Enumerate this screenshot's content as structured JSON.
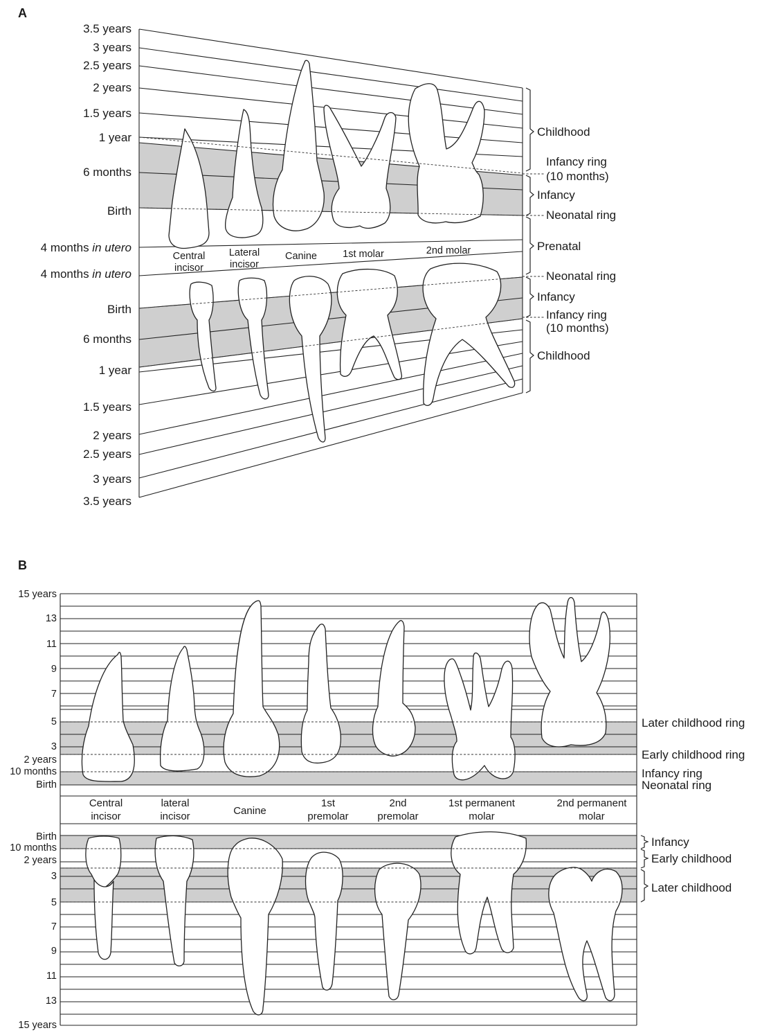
{
  "panel_a": {
    "letter": "A",
    "upper_axis_labels": [
      "3.5 years",
      "3 years",
      "2.5 years",
      "2 years",
      "1.5 years",
      "1 year",
      "6 months",
      "Birth"
    ],
    "prenatal_label_upper": {
      "prefix": "4 months ",
      "italic": "in utero"
    },
    "prenatal_label_lower": {
      "prefix": "4 months ",
      "italic": "in utero"
    },
    "lower_axis_labels": [
      "Birth",
      "6 months",
      "1 year",
      "1.5 years",
      "2 years",
      "2.5 years",
      "3 years",
      "3.5 years"
    ],
    "tooth_labels": [
      [
        "Central",
        "incisor"
      ],
      [
        "Lateral",
        "incisor"
      ],
      [
        "Canine"
      ],
      [
        "1st molar"
      ],
      [
        "2nd molar"
      ]
    ],
    "right_labels": {
      "childhood_upper": "Childhood",
      "infancy_ring_upper": [
        "Infancy ring",
        "(10 months)"
      ],
      "infancy_upper": "Infancy",
      "neonatal_upper": "Neonatal ring",
      "prenatal": "Prenatal",
      "neonatal_lower": "Neonatal ring",
      "infancy_lower": "Infancy",
      "infancy_ring_lower": [
        "Infancy ring",
        "(10 months)"
      ],
      "childhood_lower": "Childhood"
    }
  },
  "panel_b": {
    "letter": "B",
    "upper_axis_labels": [
      "15 years",
      "13",
      "11",
      "9",
      "7",
      "5",
      "3",
      "2 years",
      "10 months",
      "Birth"
    ],
    "lower_axis_labels": [
      "Birth",
      "10 months",
      "2 years",
      "3",
      "5",
      "7",
      "9",
      "11",
      "13",
      "15 years"
    ],
    "tooth_labels": [
      [
        "Central",
        "incisor"
      ],
      [
        "lateral",
        "incisor"
      ],
      [
        "Canine"
      ],
      [
        "1st",
        "premolar"
      ],
      [
        "2nd",
        "premolar"
      ],
      [
        "1st permanent",
        "molar"
      ],
      [
        "2nd permanent",
        "molar"
      ]
    ],
    "right_labels_upper": [
      "Later childhood ring",
      "Early childhood ring",
      "Infancy ring",
      "Neonatal ring"
    ],
    "right_labels_lower": [
      "Infancy",
      "Early childhood",
      "Later childhood"
    ]
  }
}
